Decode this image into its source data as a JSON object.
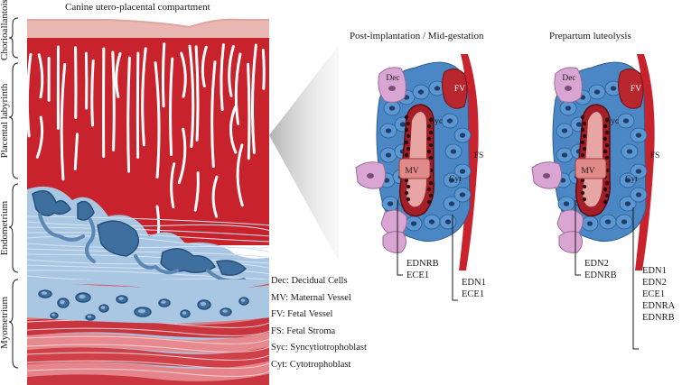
{
  "title": "Canine utero-placental compartment",
  "layers": [
    {
      "id": "chorioallantois",
      "label": "Chorioallantois"
    },
    {
      "id": "labyrinth",
      "label": "Placental labyrinth"
    },
    {
      "id": "endometrium",
      "label": "Endometrium"
    },
    {
      "id": "myometrium",
      "label": "Myometrium"
    }
  ],
  "legend": [
    "Dec: Decidual Cells",
    "MV: Maternal Vessel",
    "FV: Fetal Vessel",
    "FS: Fetal Stroma",
    "Syc: Syncytiotrophoblast",
    "Cyt: Cytotrophoblast"
  ],
  "panels": [
    {
      "title": "Post-implantation / Mid-gestation",
      "cells": {
        "dec": "Dec",
        "fv": "FV",
        "syc": "Syc",
        "mv": "MV",
        "fs": "FS",
        "cyt": "Cyt"
      },
      "dec_markers": [
        "EDNRB",
        "ECE1"
      ],
      "cyt_markers": [
        "EDN1",
        "ECE1"
      ]
    },
    {
      "title": "Prepartum luteolysis",
      "cells": {
        "dec": "Dec",
        "fv": "FV",
        "syc": "Syc",
        "mv": "MV",
        "fs": "FS",
        "cyt": "Cyt"
      },
      "dec_markers": [
        "EDN2",
        "EDNRB"
      ],
      "cyt_markers": [
        "EDN1",
        "EDN2",
        "ECE1",
        "EDNRA",
        "EDNRB"
      ]
    }
  ],
  "colors": {
    "placenta_red": "#c8232c",
    "chorion_pink": "#e7b3ae",
    "endometrium_blue": "#a9c6e2",
    "gland_blue": "#3f6f9e",
    "myometrium_red": "#d9545c",
    "cyt_blue": "#4a87c4",
    "decidual_pink": "#d9a6d3",
    "background": "#ffffff"
  }
}
